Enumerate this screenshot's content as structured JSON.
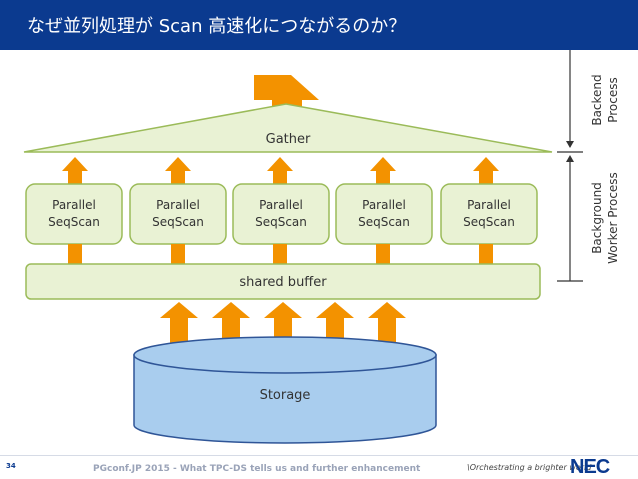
{
  "title": "なぜ並列処理が Scan 高速化につながるのか？",
  "gather_label": "Gather",
  "workers": [
    {
      "label_line1": "Parallel",
      "label_line2": "SeqScan"
    },
    {
      "label_line1": "Parallel",
      "label_line2": "SeqScan"
    },
    {
      "label_line1": "Parallel",
      "label_line2": "SeqScan"
    },
    {
      "label_line1": "Parallel",
      "label_line2": "SeqScan"
    },
    {
      "label_line1": "Parallel",
      "label_line2": "SeqScan"
    }
  ],
  "shared_buffer_label": "shared buffer",
  "storage_label": "Storage",
  "side_labels": {
    "backend_line1": "Backend",
    "backend_line2": "Process",
    "worker_line1": "Background",
    "worker_line2": "Worker Process"
  },
  "footer": {
    "page_number": "34",
    "text": "PGconf.JP 2015 - What TPC-DS tells us and further enhancement",
    "tagline": "\\Orchestrating a brighter world",
    "logo": "NEC"
  },
  "colors": {
    "title_bar": "#0b3a8f",
    "arrow": "#f39200",
    "green_fill": "#e9f2d4",
    "green_border": "#9bbb59",
    "storage_fill": "#a9cdee",
    "storage_border": "#2f5597"
  }
}
